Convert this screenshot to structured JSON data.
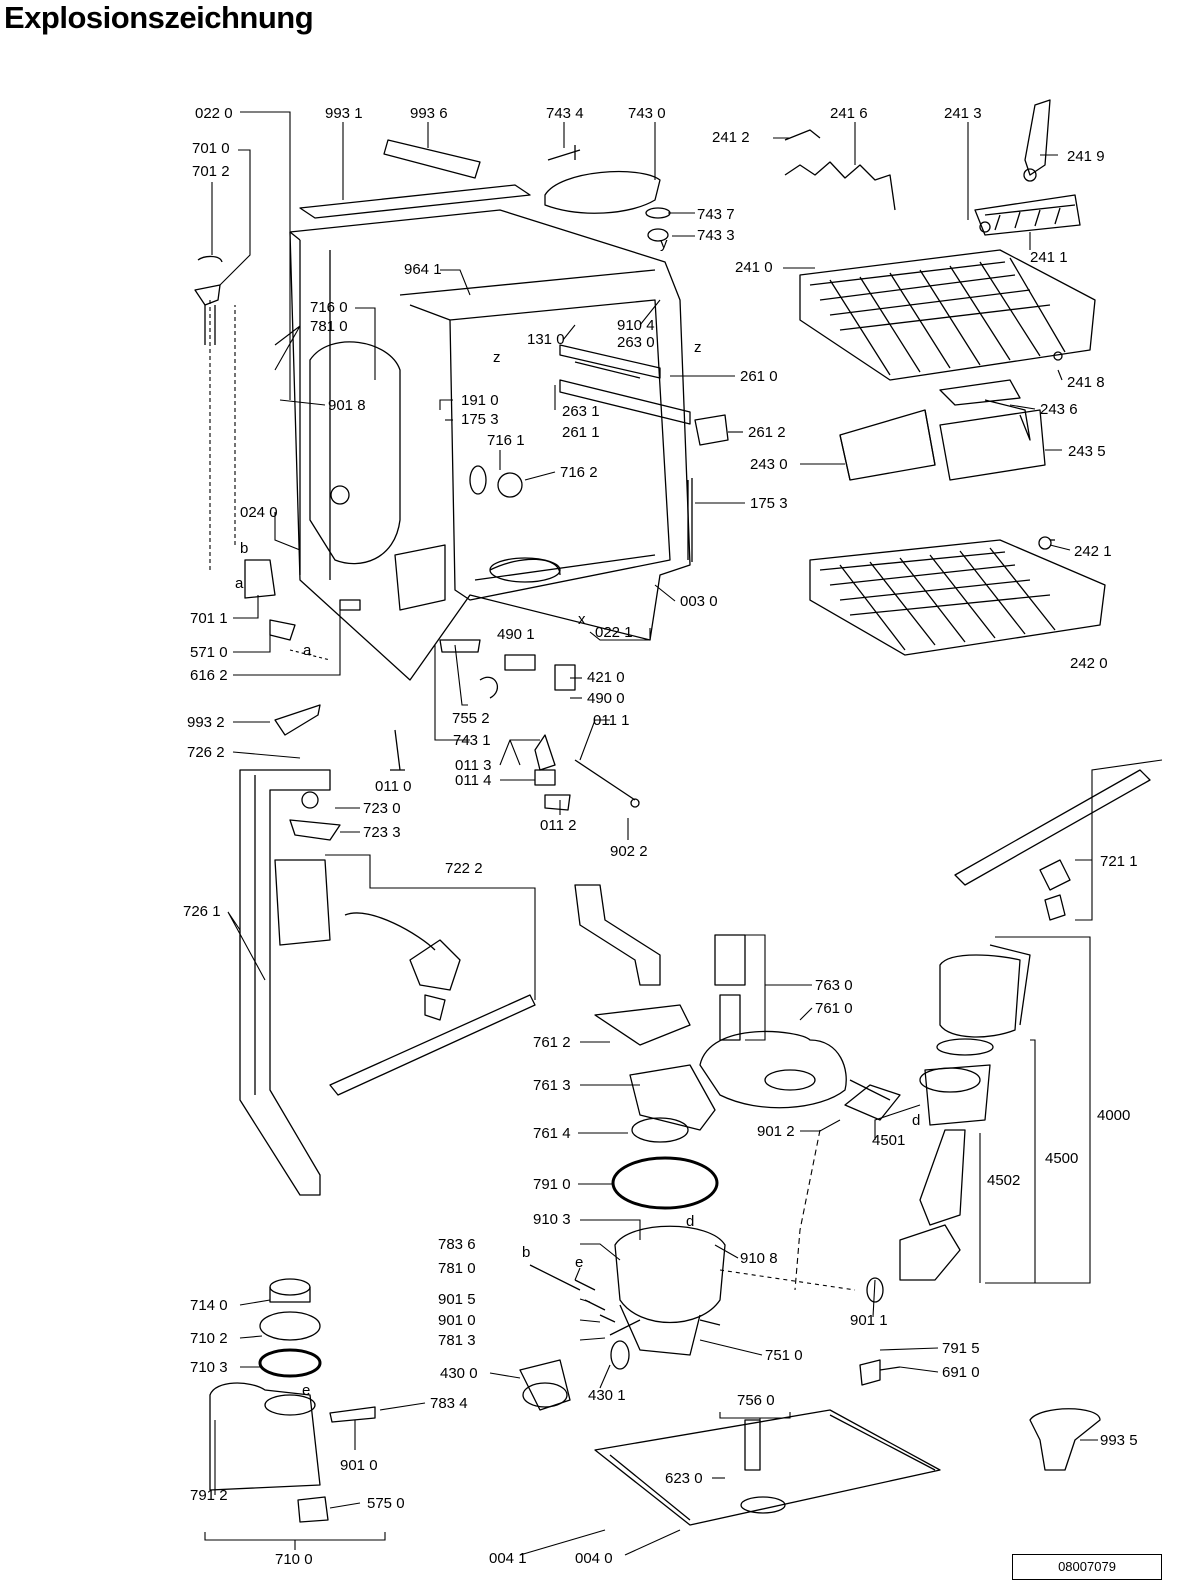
{
  "title": "Explosionszeichnung",
  "document_number": "08007079",
  "labels": [
    {
      "id": "l1",
      "text": "022 0"
    },
    {
      "id": "l2",
      "text": "993 1"
    },
    {
      "id": "l3",
      "text": "993 6"
    },
    {
      "id": "l4",
      "text": "743 4"
    },
    {
      "id": "l5",
      "text": "743 0"
    },
    {
      "id": "l6",
      "text": "241 2"
    },
    {
      "id": "l7",
      "text": "241 6"
    },
    {
      "id": "l8",
      "text": "241 3"
    },
    {
      "id": "l9",
      "text": "241 9"
    },
    {
      "id": "l10",
      "text": "701 0"
    },
    {
      "id": "l11",
      "text": "701 2"
    },
    {
      "id": "l12",
      "text": "743 7"
    },
    {
      "id": "l13",
      "text": "743 3"
    },
    {
      "id": "l14",
      "text": "241 1"
    },
    {
      "id": "l15",
      "text": "241 0"
    },
    {
      "id": "l16",
      "text": "964 1"
    },
    {
      "id": "l17",
      "text": "716 0"
    },
    {
      "id": "l18",
      "text": "781 0"
    },
    {
      "id": "l19",
      "text": "131 0"
    },
    {
      "id": "l20",
      "text": "910 4"
    },
    {
      "id": "l21",
      "text": "263 0"
    },
    {
      "id": "l22",
      "text": "261 0"
    },
    {
      "id": "l23",
      "text": "241 8"
    },
    {
      "id": "l24",
      "text": "901 8"
    },
    {
      "id": "l25",
      "text": "191 0"
    },
    {
      "id": "l26",
      "text": "175 3"
    },
    {
      "id": "l27",
      "text": "263 1"
    },
    {
      "id": "l28",
      "text": "261 1"
    },
    {
      "id": "l29",
      "text": "243 6"
    },
    {
      "id": "l30",
      "text": "261 2"
    },
    {
      "id": "l31",
      "text": "716 1"
    },
    {
      "id": "l32",
      "text": "243 0"
    },
    {
      "id": "l33",
      "text": "243 5"
    },
    {
      "id": "l34",
      "text": "716 2"
    },
    {
      "id": "l35",
      "text": "175 3"
    },
    {
      "id": "l36",
      "text": "024 0"
    },
    {
      "id": "l37",
      "text": "242 1"
    },
    {
      "id": "l38",
      "text": "003 0"
    },
    {
      "id": "l39",
      "text": "701 1"
    },
    {
      "id": "l40",
      "text": "490 1"
    },
    {
      "id": "l41",
      "text": "022 1"
    },
    {
      "id": "l42",
      "text": "571 0"
    },
    {
      "id": "l43",
      "text": "421 0"
    },
    {
      "id": "l44",
      "text": "242 0"
    },
    {
      "id": "l45",
      "text": "616 2"
    },
    {
      "id": "l46",
      "text": "490 0"
    },
    {
      "id": "l47",
      "text": "755 2"
    },
    {
      "id": "l48",
      "text": "011 1"
    },
    {
      "id": "l49",
      "text": "993 2"
    },
    {
      "id": "l50",
      "text": "743 1"
    },
    {
      "id": "l51",
      "text": "726 2"
    },
    {
      "id": "l52",
      "text": "011 3"
    },
    {
      "id": "l53",
      "text": "011 0"
    },
    {
      "id": "l54",
      "text": "011 4"
    },
    {
      "id": "l55",
      "text": "723 0"
    },
    {
      "id": "l56",
      "text": "011 2"
    },
    {
      "id": "l57",
      "text": "723 3"
    },
    {
      "id": "l58",
      "text": "902 2"
    },
    {
      "id": "l59",
      "text": "721 1"
    },
    {
      "id": "l60",
      "text": "722 2"
    },
    {
      "id": "l61",
      "text": "726 1"
    },
    {
      "id": "l62",
      "text": "763 0"
    },
    {
      "id": "l63",
      "text": "761 0"
    },
    {
      "id": "l64",
      "text": "761 2"
    },
    {
      "id": "l65",
      "text": "4000"
    },
    {
      "id": "l66",
      "text": "761 3"
    },
    {
      "id": "l67",
      "text": "901 2"
    },
    {
      "id": "l68",
      "text": "4501"
    },
    {
      "id": "l69",
      "text": "4500"
    },
    {
      "id": "l70",
      "text": "761 4"
    },
    {
      "id": "l71",
      "text": "4502"
    },
    {
      "id": "l72",
      "text": "791 0"
    },
    {
      "id": "l73",
      "text": "910 3"
    },
    {
      "id": "l74",
      "text": "783 6"
    },
    {
      "id": "l75",
      "text": "910 8"
    },
    {
      "id": "l76",
      "text": "781 0"
    },
    {
      "id": "l77",
      "text": "714 0"
    },
    {
      "id": "l78",
      "text": "901 5"
    },
    {
      "id": "l79",
      "text": "901 0"
    },
    {
      "id": "l80",
      "text": "901 1"
    },
    {
      "id": "l81",
      "text": "710 2"
    },
    {
      "id": "l82",
      "text": "781 3"
    },
    {
      "id": "l83",
      "text": "751 0"
    },
    {
      "id": "l84",
      "text": "791 5"
    },
    {
      "id": "l85",
      "text": "710 3"
    },
    {
      "id": "l86",
      "text": "691 0"
    },
    {
      "id": "l87",
      "text": "430 0"
    },
    {
      "id": "l88",
      "text": "430 1"
    },
    {
      "id": "l89",
      "text": "783 4"
    },
    {
      "id": "l90",
      "text": "756 0"
    },
    {
      "id": "l91",
      "text": "901 0"
    },
    {
      "id": "l92",
      "text": "993 5"
    },
    {
      "id": "l93",
      "text": "623 0"
    },
    {
      "id": "l94",
      "text": "791 2"
    },
    {
      "id": "l95",
      "text": "575 0"
    },
    {
      "id": "l96",
      "text": "004 1"
    },
    {
      "id": "l97",
      "text": "004 0"
    },
    {
      "id": "l98",
      "text": "710 0"
    }
  ],
  "markers": [
    {
      "id": "m1",
      "text": "b"
    },
    {
      "id": "m2",
      "text": "a"
    },
    {
      "id": "m3",
      "text": "a"
    },
    {
      "id": "m4",
      "text": "z"
    },
    {
      "id": "m5",
      "text": "z"
    },
    {
      "id": "m6",
      "text": "x"
    },
    {
      "id": "m7",
      "text": "y"
    },
    {
      "id": "m8",
      "text": "d"
    },
    {
      "id": "m9",
      "text": "d"
    },
    {
      "id": "m10",
      "text": "b"
    },
    {
      "id": "m11",
      "text": "e"
    },
    {
      "id": "m12",
      "text": "e"
    }
  ]
}
